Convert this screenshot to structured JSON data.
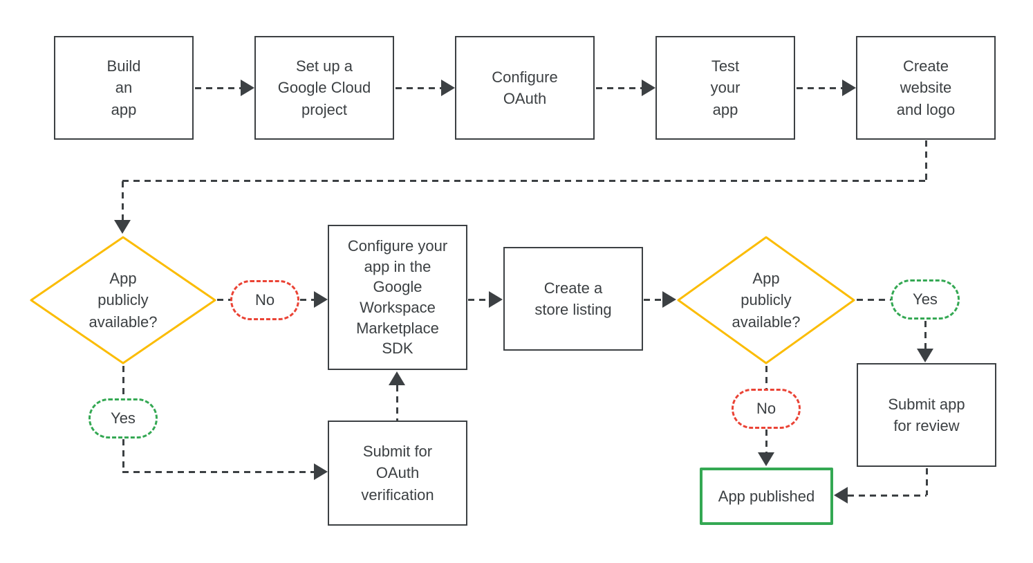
{
  "palette": {
    "ink": "#3C4043",
    "yellow": "#FBBC04",
    "red": "#EA4335",
    "green": "#34A853",
    "background": "#FFFFFF"
  },
  "flowchart": {
    "steps": {
      "build": "Build\nan\napp",
      "setup": "Set up a\nGoogle Cloud\nproject",
      "configure_oauth": "Configure\nOAuth",
      "test": "Test\nyour\napp",
      "website": "Create\nwebsite\nand logo",
      "sdk": "Configure your\napp in the\nGoogle\nWorkspace\nMarketplace\nSDK",
      "store_listing": "Create a\nstore listing",
      "submit_review": "Submit app\nfor review",
      "submit_oauth": "Submit for\nOAuth\nverification",
      "app_published": "App published"
    },
    "decisions": {
      "d1": "App\npublicly\navailable?",
      "d2": "App\npublicly\navailable?"
    },
    "branch_labels": {
      "no1": "No",
      "yes1": "Yes",
      "no2": "No",
      "yes2": "Yes"
    }
  }
}
